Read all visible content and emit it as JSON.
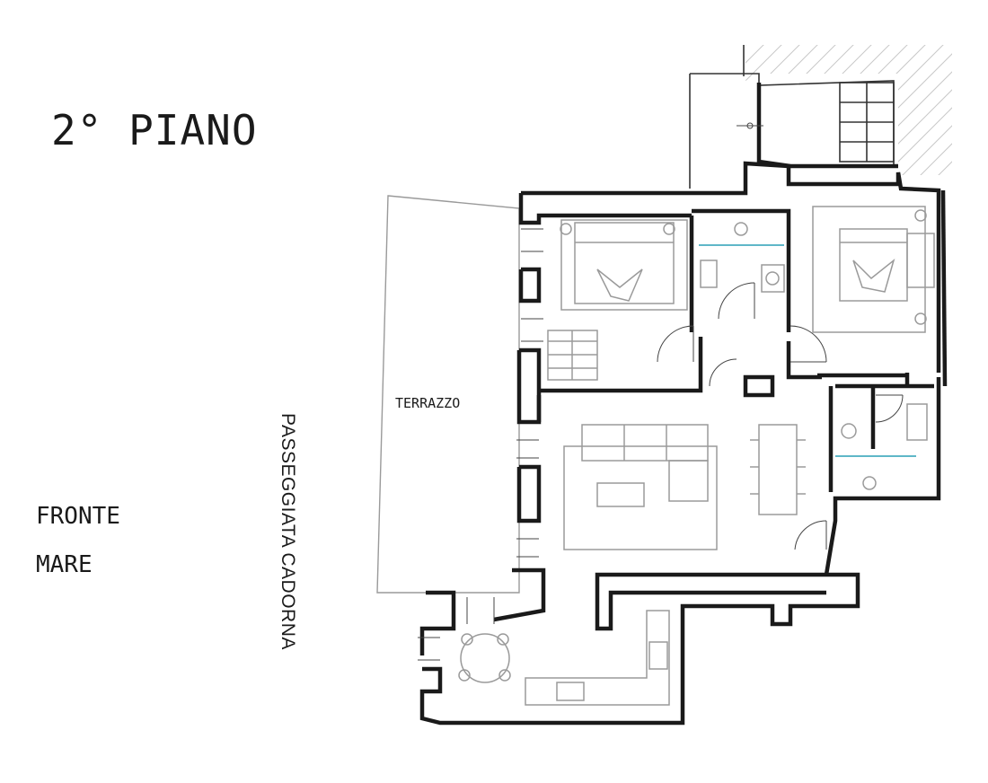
{
  "plan": {
    "title": "2° PIANO",
    "orientation": {
      "line1": "FRONTE",
      "line2": "MARE"
    },
    "street": "PASSEGGIATA CADORNA",
    "terrace": "TERRAZZO"
  },
  "colors": {
    "wall": "#1a1a1a",
    "furniture": "#9a9a9a",
    "glass": "#5fb7c8",
    "hatch": "#c8c8c8"
  }
}
